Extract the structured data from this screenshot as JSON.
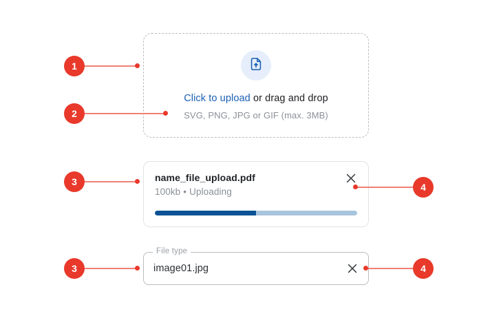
{
  "annotations": {
    "badges": [
      {
        "id": "a1",
        "number": "1",
        "target": "dropzone"
      },
      {
        "id": "a2",
        "number": "2",
        "target": "dropzone-hint"
      },
      {
        "id": "a3",
        "number": "3",
        "target": "file-card"
      },
      {
        "id": "a4",
        "number": "4",
        "target": "file-card-remove"
      },
      {
        "id": "a5",
        "number": "3",
        "target": "file-type-field"
      },
      {
        "id": "a6",
        "number": "4",
        "target": "file-type-field-clear"
      }
    ],
    "accent_color": "#e8392b",
    "connector_color": "#ef7f74"
  },
  "dropzone": {
    "icon": "file-upload-icon",
    "link_label": "Click to upload",
    "title_rest": " or drag and drop",
    "hint": "SVG, PNG, JPG or GIF (max. 3MB)",
    "border_style": "dashed",
    "link_color": "#1a5fb4",
    "icon_bg": "#e6eefb"
  },
  "file_card": {
    "file_name": "name_file_upload.pdf",
    "size": "100kb",
    "separator": "•",
    "status": "Uploading",
    "remove_icon": "close-icon",
    "progress_percent": 50,
    "progress_fill_color": "#0b5394",
    "progress_track_color": "#a9c5de"
  },
  "file_type_field": {
    "label": "File type",
    "value": "image01.jpg",
    "placeholder": "File type",
    "clear_icon": "close-icon"
  }
}
